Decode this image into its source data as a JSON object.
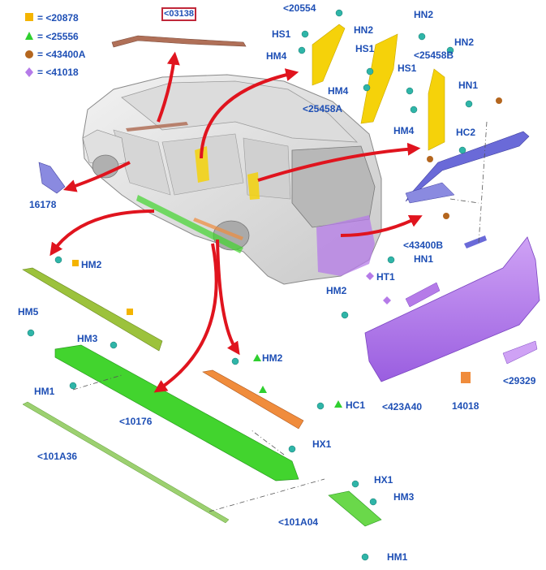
{
  "legend": [
    {
      "text": "= <20878",
      "symbol": "square",
      "color": "#f4b400"
    },
    {
      "text": "= <25556",
      "symbol": "triangle",
      "color": "#2fcf2f"
    },
    {
      "text": "= <43400A",
      "symbol": "circle",
      "color": "#b4661e"
    },
    {
      "text": "= <41018",
      "symbol": "diamond",
      "color": "#b57be8"
    }
  ],
  "labels": {
    "roof_molding": "<03138",
    "l20554": "<20554",
    "hn2_top": "HN2",
    "hn2_right": "HN2",
    "hs1_a": "HS1",
    "hs1_b": "HS1",
    "hs1_c": "HS1",
    "hn2_mid": "HN2",
    "hm4_a": "HM4",
    "hm4_b": "HM4",
    "hm4_c": "HM4",
    "l25458b": "<25458B",
    "l25458a": "<25458A",
    "hn1_top": "HN1",
    "hc2": "HC2",
    "l16178": "16178",
    "l43400b": "<43400B",
    "hm2_left": "HM2",
    "hn1_mid": "HN1",
    "ht1": "HT1",
    "hm2_right": "HM2",
    "hm5": "HM5",
    "hm3_left": "HM3",
    "hm2_orange": "HM2",
    "hm1_left": "HM1",
    "l10176": "<10176",
    "hc1": "HC1",
    "l423a40": "<423A40",
    "l14018": "14018",
    "l29329": "<29329",
    "hx1_a": "HX1",
    "l101a36": "<101A36",
    "hx1_b": "HX1",
    "hm3_bottom": "HM3",
    "l101a04": "<101A04",
    "hm1_bottom": "HM1"
  },
  "colors": {
    "label": "#1e4fb5",
    "arrow": "#e0141e",
    "yellow_part": "#f5d20a",
    "green_part": "#42d42e",
    "olive_part": "#9cc23c",
    "orange_part": "#f08c3c",
    "purple_part": "#b57be8",
    "blue_part": "#6a6ad8",
    "brown_part": "#b07058"
  }
}
